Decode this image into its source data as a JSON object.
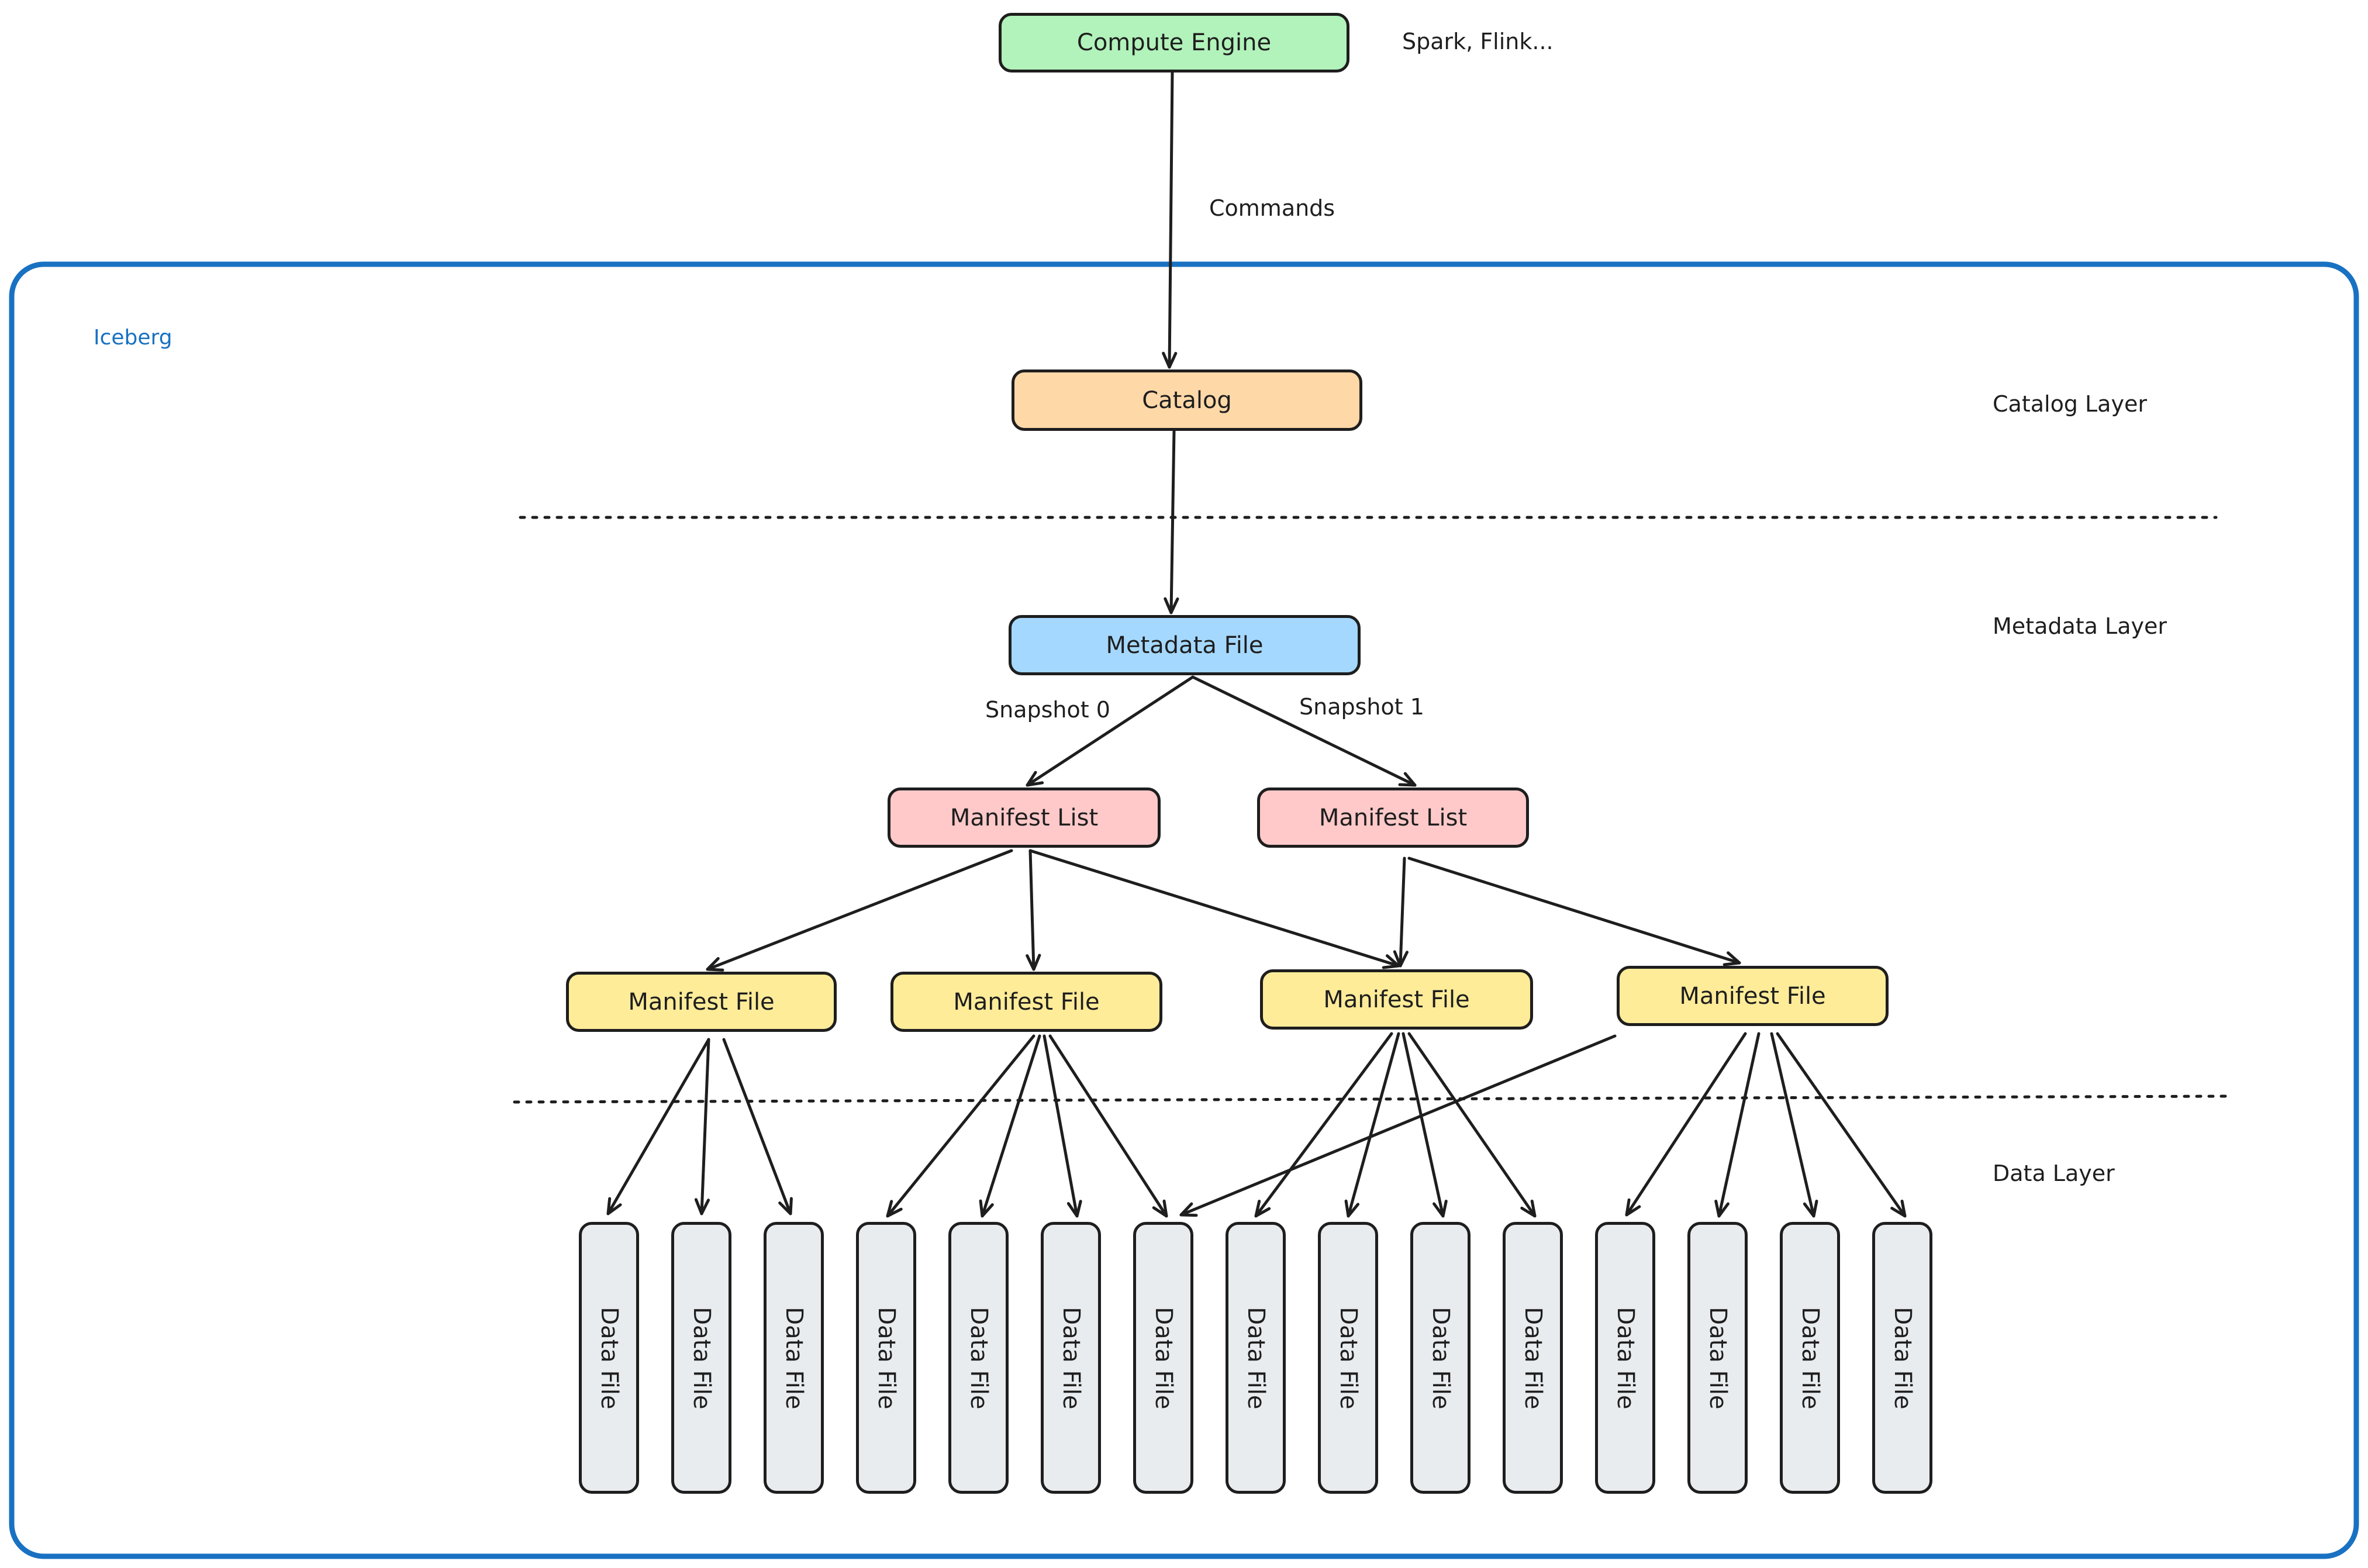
{
  "colors": {
    "stroke": "#1e1e1e",
    "container": "#1971c2",
    "compute_engine": "#b2f2bb",
    "catalog": "#ffd8a8",
    "metadata_file": "#a5d8ff",
    "manifest_list": "#ffc9c9",
    "manifest_file": "#ffec99",
    "data_file": "#e9ecef"
  },
  "labels": {
    "compute_engine": "Compute Engine",
    "compute_engine_note": "Spark, Flink...",
    "commands": "Commands",
    "iceberg": "Iceberg",
    "catalog": "Catalog",
    "catalog_layer": "Catalog Layer",
    "metadata_file": "Metadata File",
    "metadata_layer": "Metadata Layer",
    "data_layer": "Data Layer",
    "snapshot_0": "Snapshot 0",
    "snapshot_1": "Snapshot 1"
  },
  "manifest_lists": [
    {
      "label": "Manifest List"
    },
    {
      "label": "Manifest List"
    }
  ],
  "manifest_files": [
    {
      "label": "Manifest File"
    },
    {
      "label": "Manifest File"
    },
    {
      "label": "Manifest File"
    },
    {
      "label": "Manifest File"
    }
  ],
  "data_files": [
    {
      "label": "Data File"
    },
    {
      "label": "Data File"
    },
    {
      "label": "Data File"
    },
    {
      "label": "Data File"
    },
    {
      "label": "Data File"
    },
    {
      "label": "Data File"
    },
    {
      "label": "Data File"
    },
    {
      "label": "Data File"
    },
    {
      "label": "Data File"
    },
    {
      "label": "Data File"
    },
    {
      "label": "Data File"
    },
    {
      "label": "Data File"
    },
    {
      "label": "Data File"
    },
    {
      "label": "Data File"
    },
    {
      "label": "Data File"
    }
  ]
}
